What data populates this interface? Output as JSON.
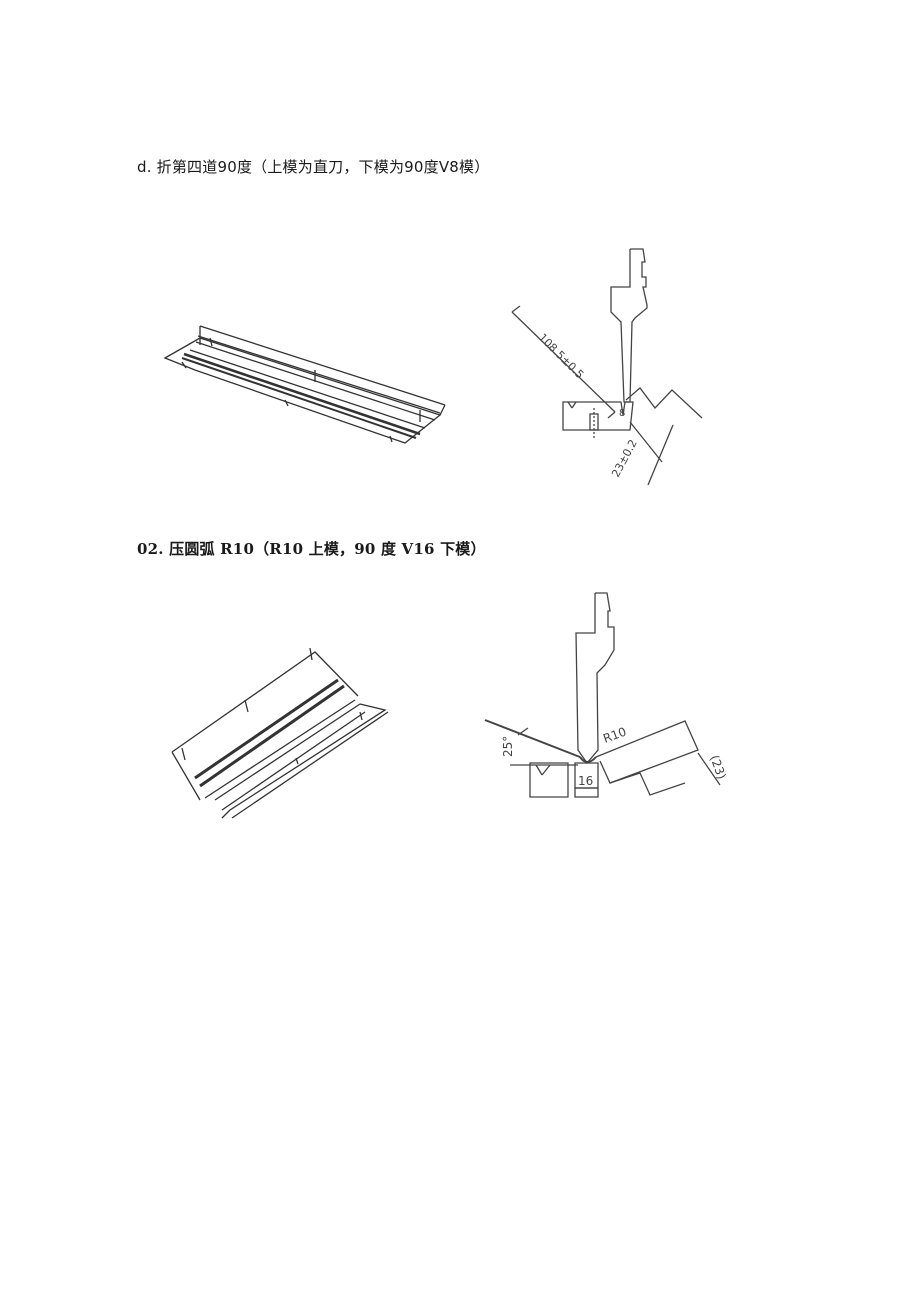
{
  "sections": [
    {
      "heading": "d. 折第四道90度（上模为直刀，下模为90度V8模）",
      "figures": {
        "part_view": {
          "description": "isometric bent sheet-metal part"
        },
        "tooling_view": {
          "dim_length": "108.5±0.5",
          "dim_flange": "23±0.2",
          "v_opening": "8"
        }
      }
    },
    {
      "heading": "02. 压圆弧 R10（R10 上模，90 度 V16 下模）",
      "figures": {
        "part_view": {
          "description": "isometric curved sheet-metal part"
        },
        "tooling_view": {
          "angle": "25°",
          "radius": "R10",
          "v_opening": "16",
          "dim_flange": "(23)"
        }
      }
    }
  ]
}
